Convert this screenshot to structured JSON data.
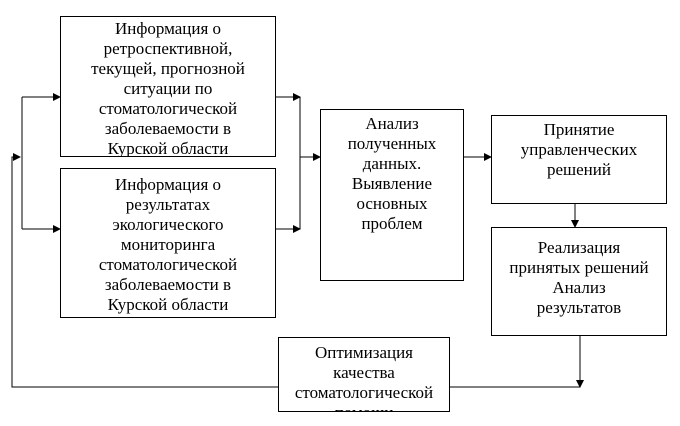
{
  "boxes": {
    "info_current": "Информация о\nретроспективной,\nтекущей, прогнозной\nситуации по\nстоматологической\nзаболеваемости в\nКурской области",
    "info_ecology": "Информация о\nрезультатах\nэкологического\nмониторинга\nстоматологической\nзаболеваемости в\nКурской области",
    "analysis": "Анализ\nполученных\nданных.\nВыявление\nосновных\nпроблем",
    "decisions": "Принятие\nуправленческих\nрешений",
    "implementation": "Реализация\nпринятых решений\nАнализ\nрезультатов",
    "optimization": "Оптимизация\nкачества\nстоматологической\nпомощи"
  }
}
